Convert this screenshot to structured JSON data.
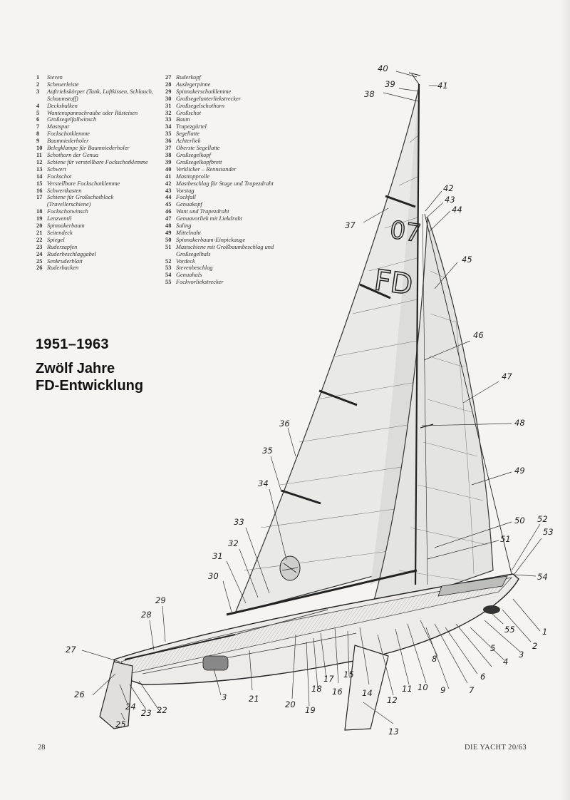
{
  "legend_left": [
    {
      "n": "1",
      "t": "Steven"
    },
    {
      "n": "2",
      "t": "Scheuerleiste"
    },
    {
      "n": "3",
      "t": "Auftriebskörper (Tank, Luftkissen, Schlauch, Schaumstoff)"
    },
    {
      "n": "4",
      "t": "Decksbalken"
    },
    {
      "n": "5",
      "t": "Wantenspannschraube oder Rüsteisen"
    },
    {
      "n": "6",
      "t": "Großsegelfallwinsch"
    },
    {
      "n": "7",
      "t": "Mastspur"
    },
    {
      "n": "8",
      "t": "Fockschotklemme"
    },
    {
      "n": "9",
      "t": "Baumniederholer"
    },
    {
      "n": "10",
      "t": "Belegklampe für Baumniederholer"
    },
    {
      "n": "11",
      "t": "Schothorn der Genua"
    },
    {
      "n": "12",
      "t": "Schiene für verstellbare Fockschotklemme"
    },
    {
      "n": "13",
      "t": "Schwert"
    },
    {
      "n": "14",
      "t": "Fockschot"
    },
    {
      "n": "15",
      "t": "Verstellbare Fockschotklemme"
    },
    {
      "n": "16",
      "t": "Schwertkasten"
    },
    {
      "n": "17",
      "t": "Schiene für Großschotblock (Travellerschiene)"
    },
    {
      "n": "18",
      "t": "Fockschotwinsch"
    },
    {
      "n": "19",
      "t": "Lenzventil"
    },
    {
      "n": "20",
      "t": "Spinnakerbaum"
    },
    {
      "n": "21",
      "t": "Seitendeck"
    },
    {
      "n": "22",
      "t": "Spiegel"
    },
    {
      "n": "23",
      "t": "Ruderzapfen"
    },
    {
      "n": "24",
      "t": "Ruderbeschlaggabel"
    },
    {
      "n": "25",
      "t": "Senkruderblatt"
    },
    {
      "n": "26",
      "t": "Ruderbacken"
    }
  ],
  "legend_right": [
    {
      "n": "27",
      "t": "Ruderkopf"
    },
    {
      "n": "28",
      "t": "Auslegerpinne"
    },
    {
      "n": "29",
      "t": "Spinnakerschotklemme"
    },
    {
      "n": "30",
      "t": "Großsegelunterliekstrecker"
    },
    {
      "n": "31",
      "t": "Großsegelschothorn"
    },
    {
      "n": "32",
      "t": "Großschot"
    },
    {
      "n": "33",
      "t": "Baum"
    },
    {
      "n": "34",
      "t": "Trapezgürtel"
    },
    {
      "n": "35",
      "t": "Segellatte"
    },
    {
      "n": "36",
      "t": "Achterliek"
    },
    {
      "n": "37",
      "t": "Oberste Segellatte"
    },
    {
      "n": "38",
      "t": "Großsegelkopf"
    },
    {
      "n": "39",
      "t": "Großsegelkopfbrett"
    },
    {
      "n": "40",
      "t": "Verklicker – Rennstander"
    },
    {
      "n": "41",
      "t": "Masttopprolle"
    },
    {
      "n": "42",
      "t": "Mastbeschlag für Stage und Trapezdraht"
    },
    {
      "n": "43",
      "t": "Vorstag"
    },
    {
      "n": "44",
      "t": "Fockfall"
    },
    {
      "n": "45",
      "t": "Genuakopf"
    },
    {
      "n": "46",
      "t": "Want und Trapezdraht"
    },
    {
      "n": "47",
      "t": "Genuavorliek mit Liekdraht"
    },
    {
      "n": "48",
      "t": "Saling"
    },
    {
      "n": "49",
      "t": "Mittelnaht"
    },
    {
      "n": "50",
      "t": "Spinnakerbaum-Einpickauge"
    },
    {
      "n": "51",
      "t": "Mastschiene mit Großbaumbeschlag und Großsegelhals"
    },
    {
      "n": "52",
      "t": "Vordeck"
    },
    {
      "n": "53",
      "t": "Stevenbeschlag"
    },
    {
      "n": "54",
      "t": "Genuahals"
    },
    {
      "n": "55",
      "t": "Fockvorliekstrecker"
    }
  ],
  "headline": {
    "years": "1951–1963",
    "line1": "Zwölf Jahre",
    "line2": "FD-Entwicklung"
  },
  "sail_marks": {
    "number": "07",
    "class": "FD"
  },
  "callouts": [
    "1",
    "2",
    "3",
    "4",
    "5",
    "6",
    "7",
    "8",
    "9",
    "10",
    "11",
    "12",
    "13",
    "14",
    "15",
    "16",
    "17",
    "18",
    "19",
    "20",
    "21",
    "22",
    "23",
    "24",
    "25",
    "26",
    "27",
    "28",
    "29",
    "30",
    "31",
    "32",
    "33",
    "34",
    "35",
    "36",
    "37",
    "38",
    "39",
    "40",
    "41",
    "42",
    "43",
    "44",
    "45",
    "46",
    "47",
    "48",
    "49",
    "50",
    "51",
    "52",
    "53",
    "54",
    "55",
    "3"
  ],
  "footer": {
    "page": "28",
    "magazine": "DIE YACHT 20/63"
  },
  "colors": {
    "paper": "#f5f4f1",
    "ink": "#2a2a2a",
    "sail_shade": "#dcdcd8"
  }
}
